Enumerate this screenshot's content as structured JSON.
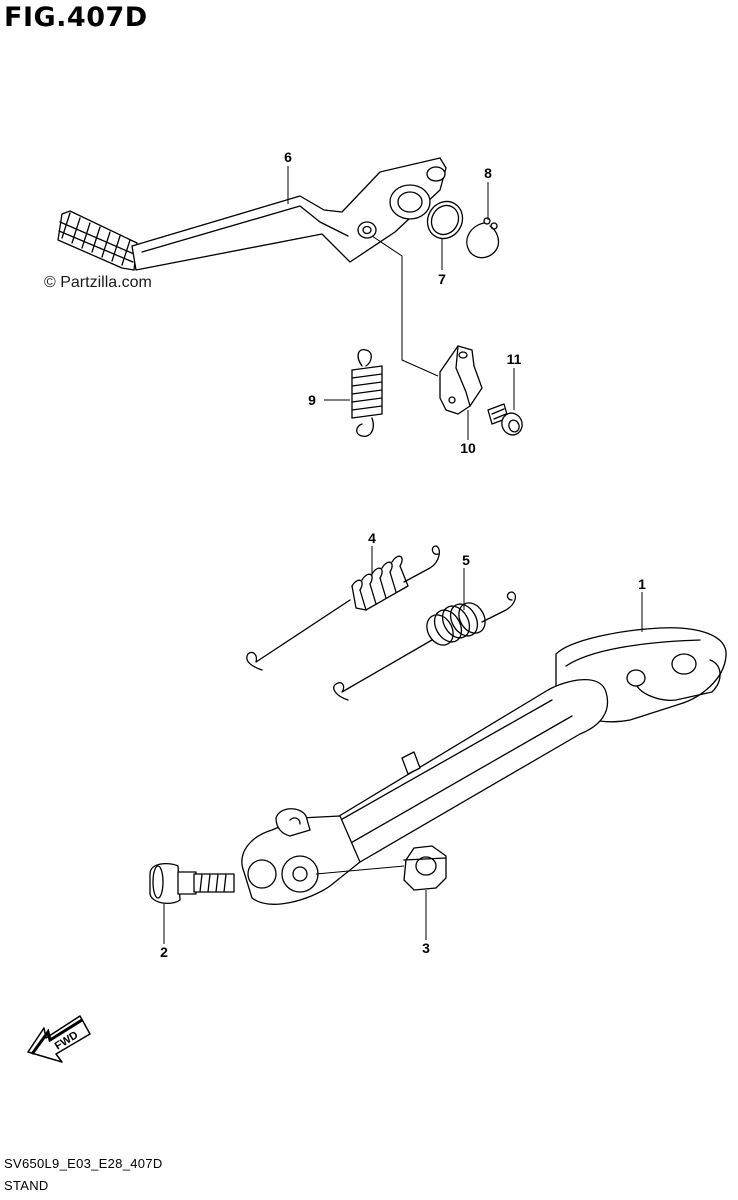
{
  "figure": {
    "title": "FIG.407D",
    "watermark": "© Partzilla.com",
    "code": "SV650L9_E03_E28_407D",
    "name": "STAND",
    "fwd_label": "FWD"
  },
  "callouts": [
    {
      "id": "1",
      "label": "1"
    },
    {
      "id": "2",
      "label": "2"
    },
    {
      "id": "3",
      "label": "3"
    },
    {
      "id": "4",
      "label": "4"
    },
    {
      "id": "5",
      "label": "5"
    },
    {
      "id": "6",
      "label": "6"
    },
    {
      "id": "7",
      "label": "7"
    },
    {
      "id": "8",
      "label": "8"
    },
    {
      "id": "9",
      "label": "9"
    },
    {
      "id": "10",
      "label": "10"
    },
    {
      "id": "11",
      "label": "11"
    }
  ]
}
